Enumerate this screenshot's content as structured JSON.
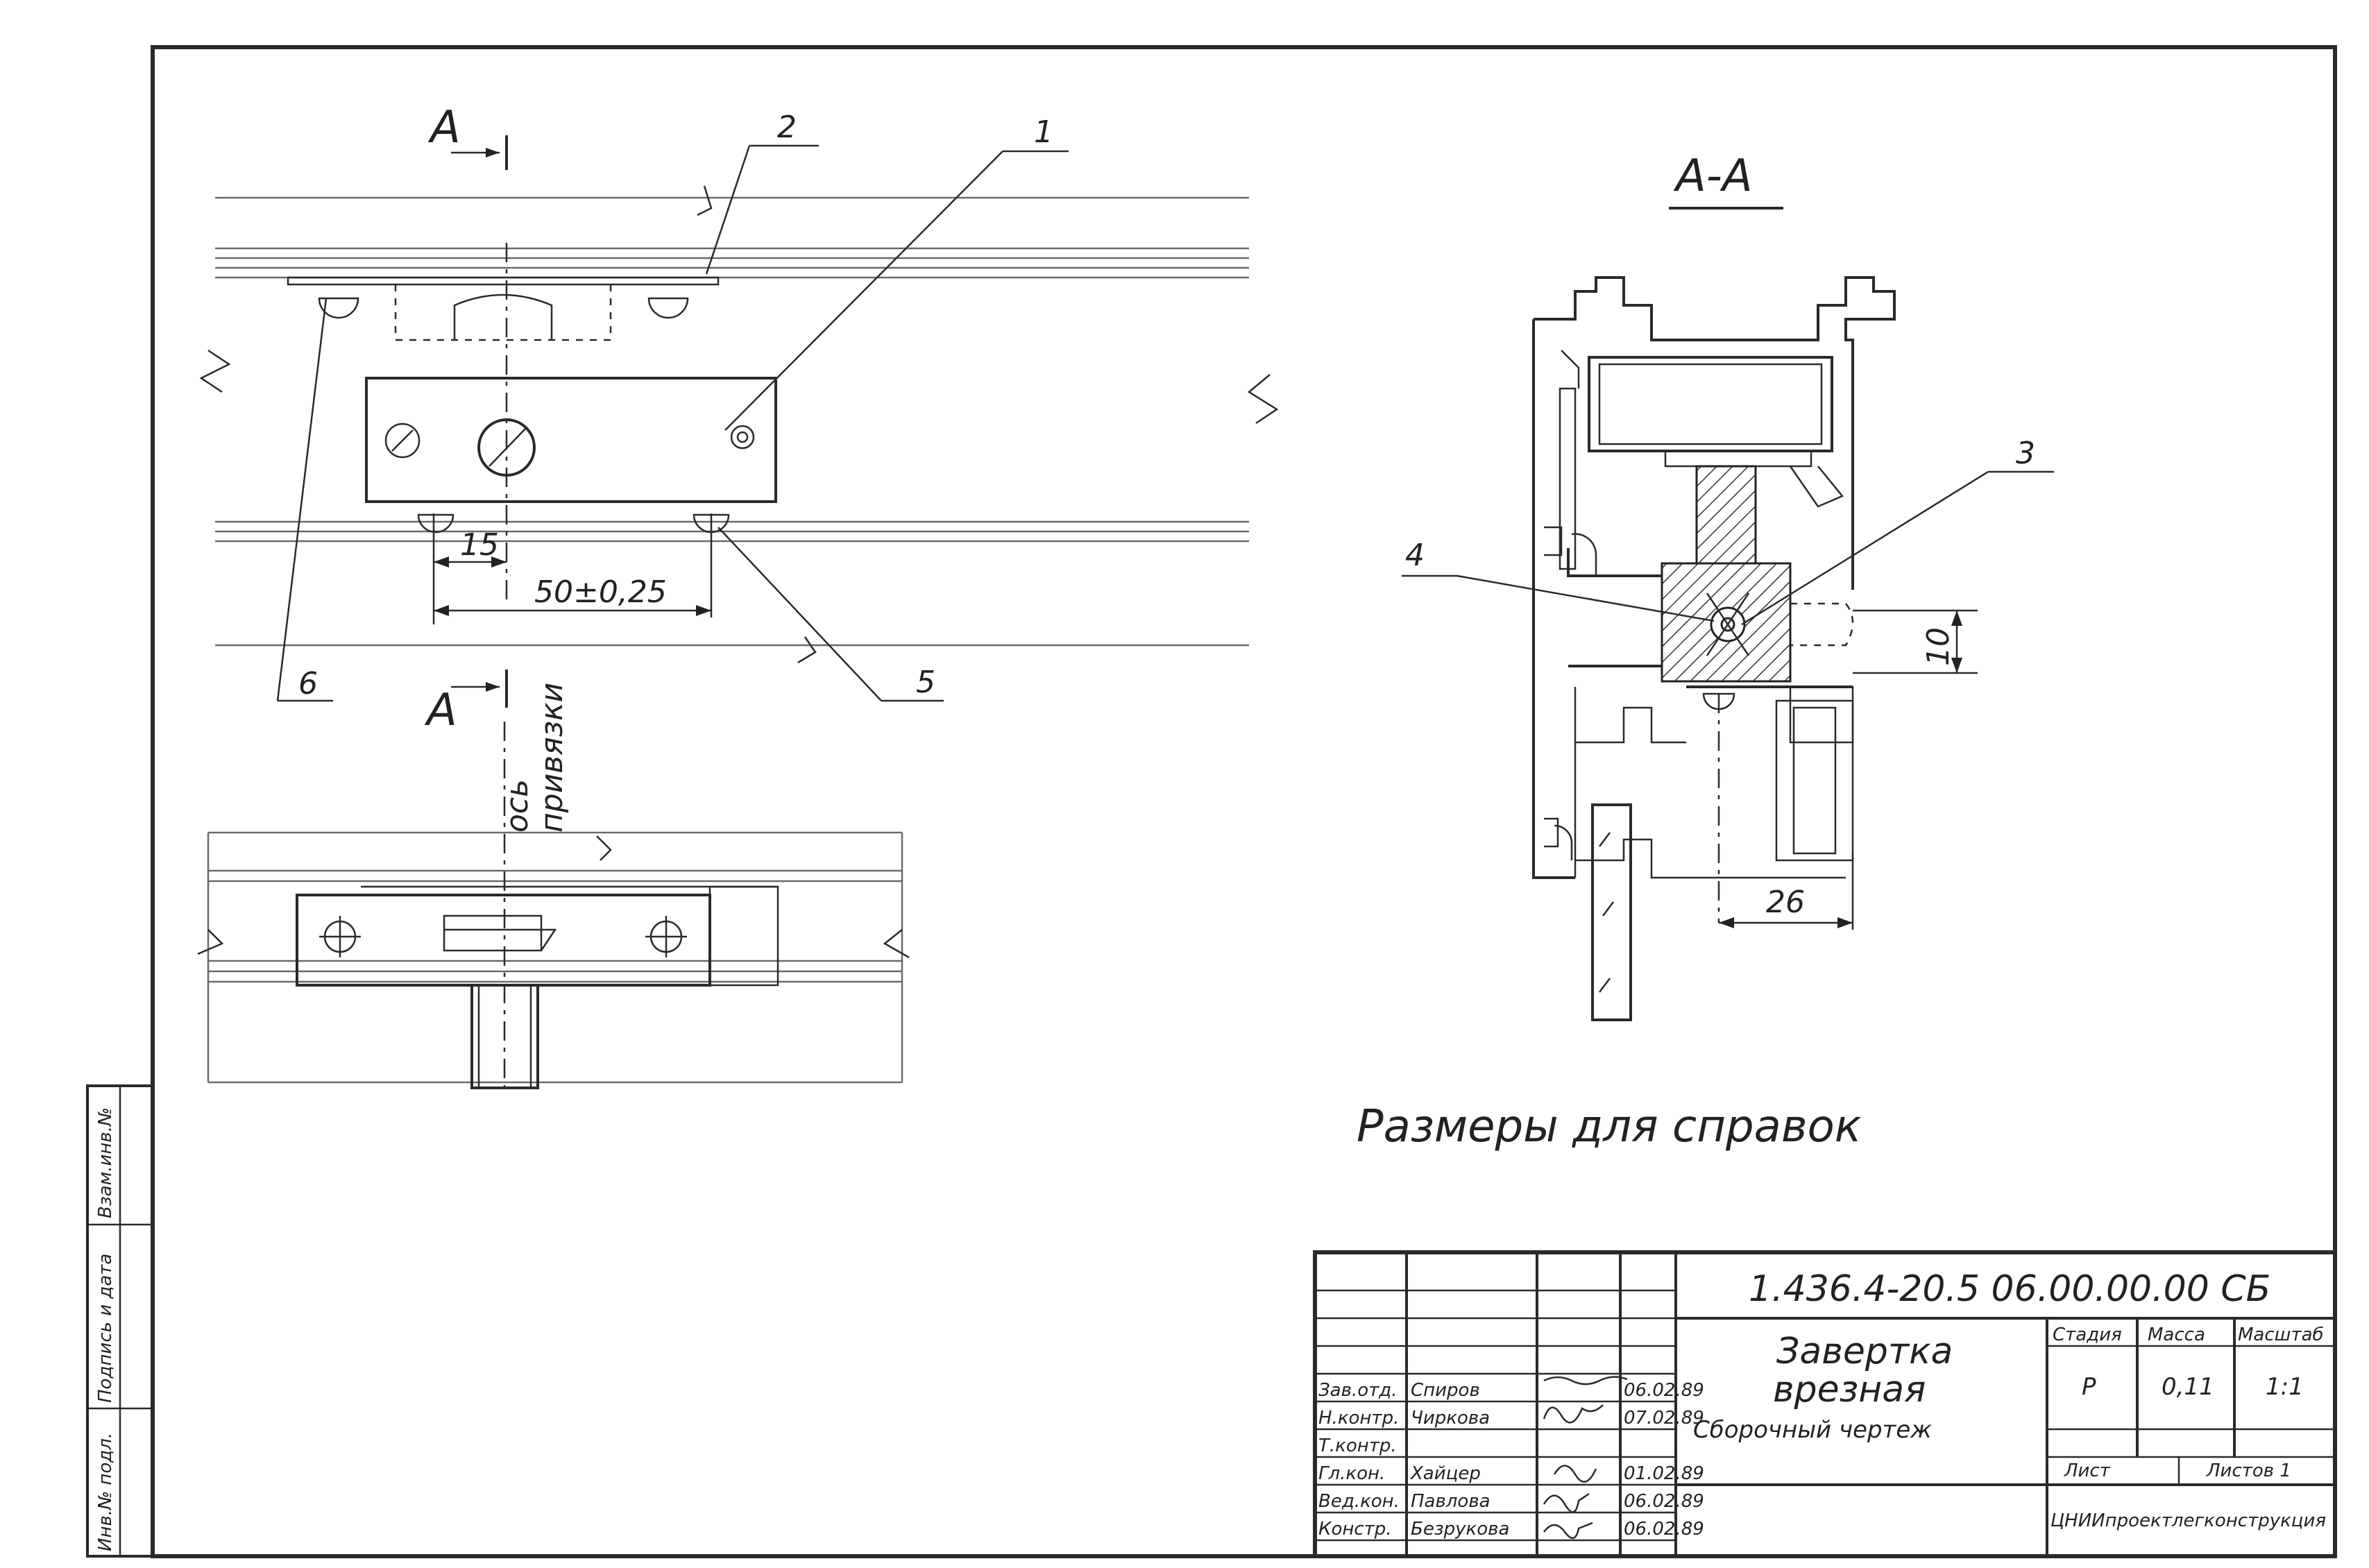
{
  "views": {
    "section_mark_letter": "А",
    "section_title": "А-А",
    "axis_label_line1": "ось",
    "axis_label_line2": "привязки"
  },
  "callouts": [
    "1",
    "2",
    "3",
    "4",
    "5",
    "6"
  ],
  "dimensions": {
    "d15": "15",
    "d50": "50±0,25",
    "d10": "10",
    "d26": "26"
  },
  "note": "Размеры для справок",
  "side_stamp": {
    "col1": "Инв.№ подл.",
    "col2": "Подпись и дата",
    "col3": "Взам.инв.№"
  },
  "title_block": {
    "doc_code": "1.436.4-20.5 06.00.00.00 СБ",
    "name_line1": "Завертка",
    "name_line2": "врезная",
    "name_line3": "Сборочный чертеж",
    "stage_header": "Стадия",
    "mass_header": "Масса",
    "scale_header": "Масштаб",
    "stage": "Р",
    "mass": "0,11",
    "scale": "1:1",
    "sheet_label": "Лист",
    "sheets_label": "Листов 1",
    "organization": "ЦНИИпроектлегконструкция",
    "rows": [
      {
        "role": "Зав.отд.",
        "name": "Спиров",
        "date": "06.02.89"
      },
      {
        "role": "Н.контр.",
        "name": "Чиркова",
        "date": "07.02.89"
      },
      {
        "role": "Т.контр.",
        "name": "",
        "date": ""
      },
      {
        "role": "Гл.кон.",
        "name": "Хайцер",
        "date": "01.02.89"
      },
      {
        "role": "Вед.кон.",
        "name": "Павлова",
        "date": "06.02.89"
      },
      {
        "role": "Констр.",
        "name": "Безрукова",
        "date": "06.02.89"
      }
    ]
  }
}
